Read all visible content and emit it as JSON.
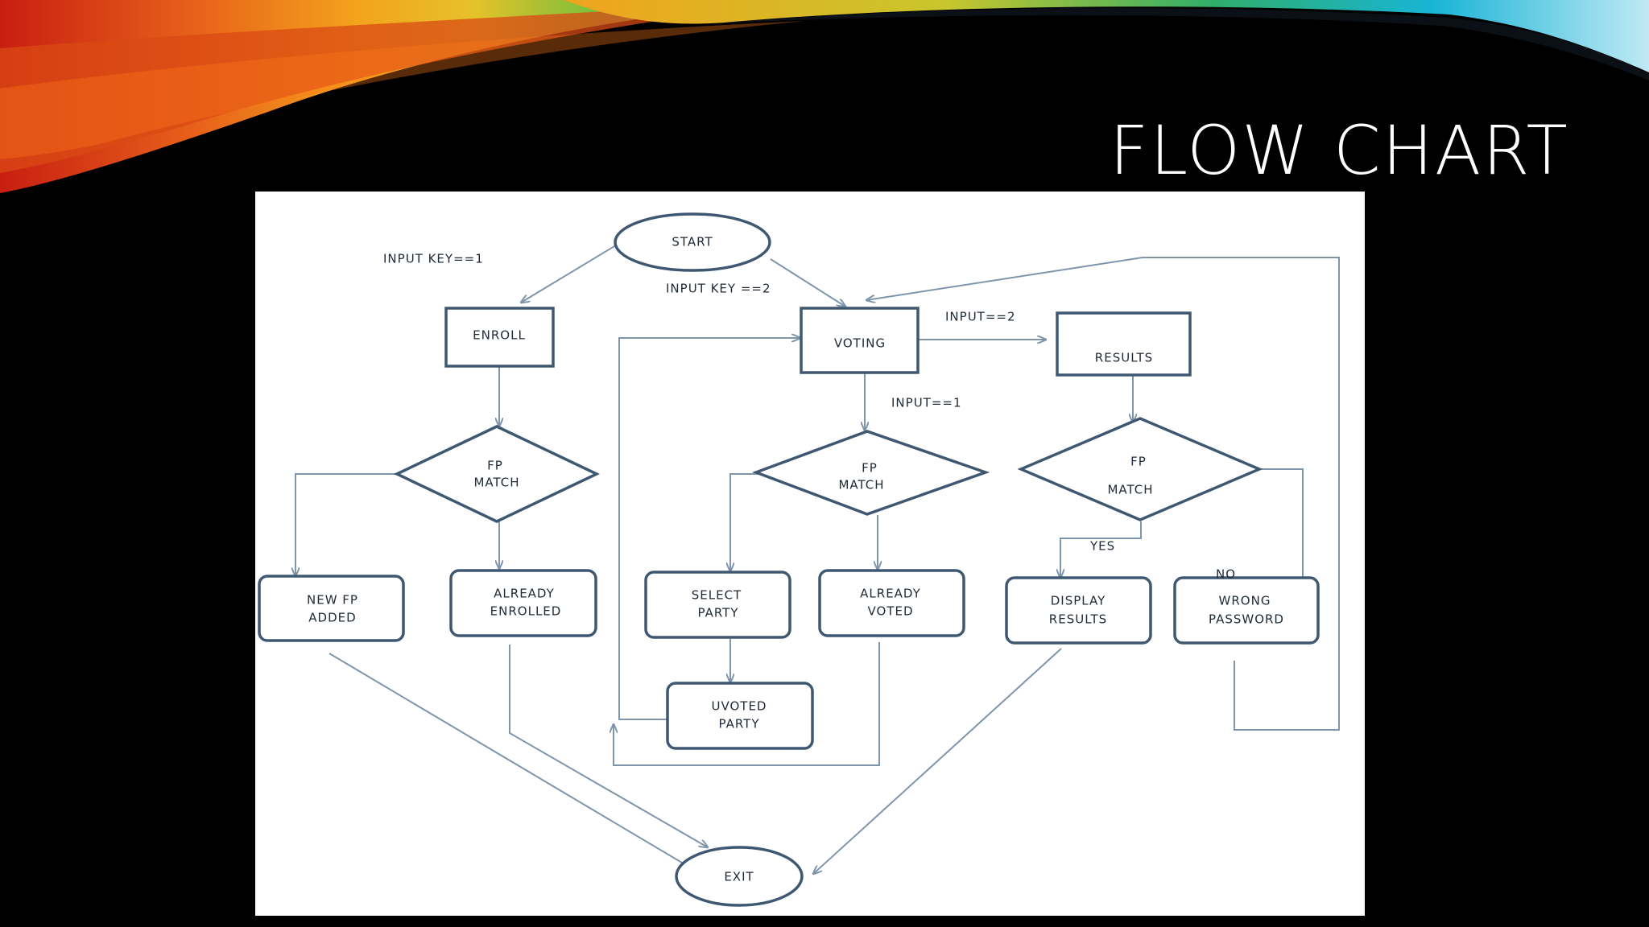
{
  "slide": {
    "title": "FLOW CHART"
  },
  "flowchart": {
    "nodes": {
      "start": "START",
      "enroll": "ENROLL",
      "voting": "VOTING",
      "results": "RESULTS",
      "fp_match_enroll": [
        "FP",
        "MATCH"
      ],
      "fp_match_vote": [
        "FP",
        "MATCH"
      ],
      "fp_match_results": [
        "FP",
        "MATCH"
      ],
      "new_fp_added": [
        "NEW FP",
        "ADDED"
      ],
      "already_enrolled": [
        "ALREADY",
        "ENROLLED"
      ],
      "select_party": [
        "SELECT",
        "PARTY"
      ],
      "already_voted": [
        "ALREADY",
        "VOTED"
      ],
      "display_results": [
        "DISPLAY",
        "RESULTS"
      ],
      "wrong_password": [
        "WRONG",
        "PASSWORD"
      ],
      "uvoted_party": [
        "UVOTED",
        "PARTY"
      ],
      "exit": "EXIT"
    },
    "edge_labels": {
      "input_key_1": "INPUT KEY==1",
      "input_key_2": "INPUT KEY ==2",
      "input_2": "INPUT==2",
      "input_1": "INPUT==1",
      "yes": "YES",
      "no": "NO"
    },
    "colors": {
      "stroke": "#3f5872",
      "connector": "#7f95ab",
      "background": "#000000",
      "panel": "#ffffff"
    }
  }
}
